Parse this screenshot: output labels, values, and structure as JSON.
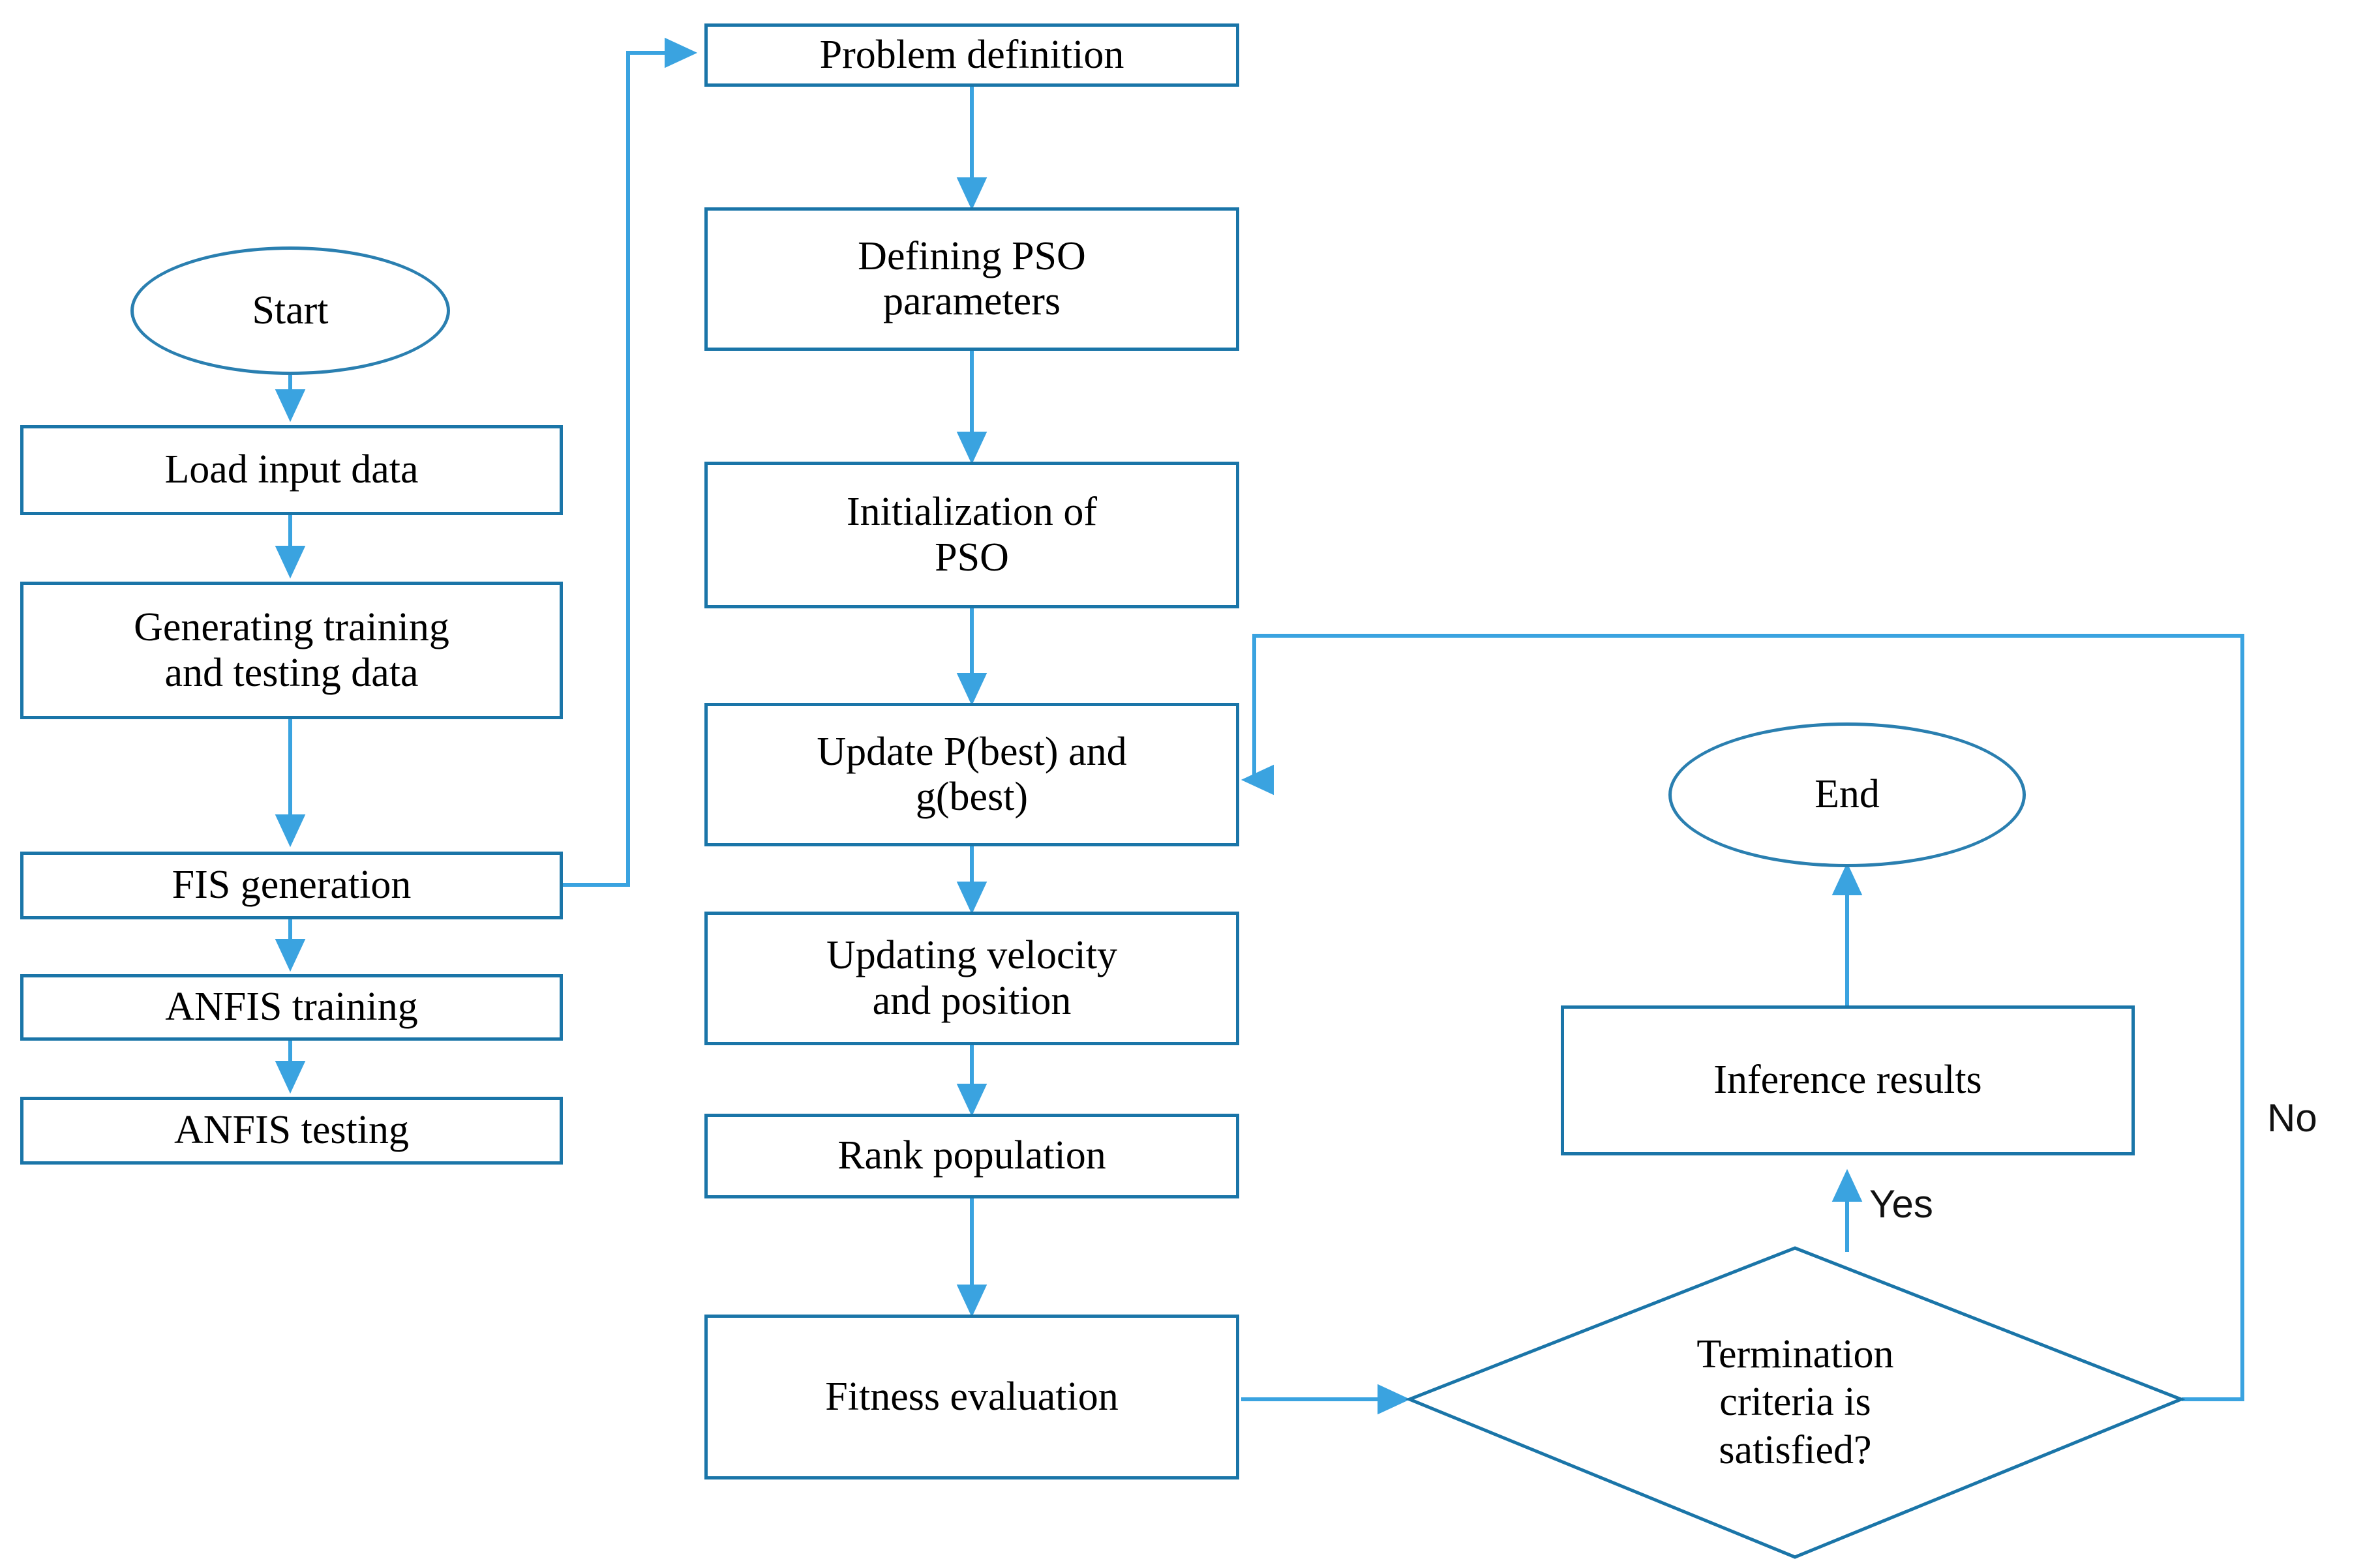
{
  "diagram": {
    "title": "ANFIS-PSO hybrid model flowchart",
    "colors": {
      "stroke_dark": "#1a75a8",
      "stroke_light": "#3aa3e0",
      "text": "#000000"
    },
    "left_column": [
      {
        "id": "start",
        "shape": "ellipse",
        "label": "Start"
      },
      {
        "id": "load_input",
        "shape": "box",
        "label": "Load input data"
      },
      {
        "id": "gen_data",
        "shape": "box",
        "label": "Generating training\nand testing data",
        "line1": "Generating training",
        "line2": "and testing data"
      },
      {
        "id": "fis_generation",
        "shape": "box",
        "label": "FIS generation"
      },
      {
        "id": "anfis_training",
        "shape": "box",
        "label": "ANFIS training"
      },
      {
        "id": "anfis_testing",
        "shape": "box",
        "label": "ANFIS testing"
      }
    ],
    "middle_column": [
      {
        "id": "problem_def",
        "shape": "box",
        "label": "Problem definition"
      },
      {
        "id": "defining_pso",
        "shape": "box",
        "line1": "Defining PSO",
        "line2": "parameters"
      },
      {
        "id": "init_pso",
        "shape": "box",
        "line1": "Initialization of",
        "line2": "PSO"
      },
      {
        "id": "update_best",
        "shape": "box",
        "line1": "Update P(best) and",
        "line2": "g(best)"
      },
      {
        "id": "update_vel",
        "shape": "box",
        "line1": "Updating velocity",
        "line2": "and position"
      },
      {
        "id": "rank_pop",
        "shape": "box",
        "label": "Rank population"
      },
      {
        "id": "fitness_eval",
        "shape": "box",
        "label": "Fitness evaluation"
      }
    ],
    "right_column": [
      {
        "id": "end",
        "shape": "ellipse",
        "label": "End"
      },
      {
        "id": "inference",
        "shape": "box",
        "label": "Inference results"
      },
      {
        "id": "termination",
        "shape": "diamond",
        "line1": "Termination",
        "line2": "criteria is",
        "line3": "satisfied?"
      }
    ],
    "edge_labels": [
      {
        "id": "yes_label",
        "label": "Yes"
      },
      {
        "id": "no_label",
        "label": "No"
      }
    ]
  }
}
